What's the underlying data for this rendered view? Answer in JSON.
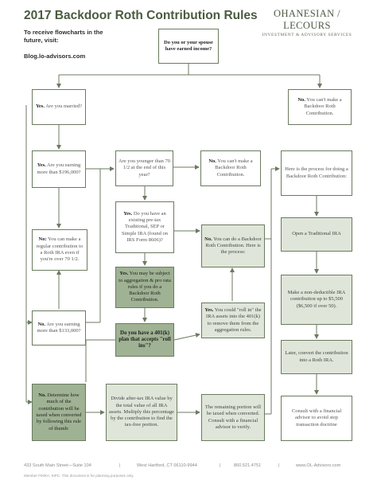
{
  "header": {
    "title": "2017 Backdoor Roth Contribution Rules",
    "logo_name": "OHANESIAN / LECOURS",
    "logo_sub": "INVESTMENT & ADVISORY SERVICES",
    "intro": "To receive flowcharts in the future, visit:",
    "link": "Blog.lo-advisors.com"
  },
  "nodes": {
    "earned": "Do you or your spouse have earned income?",
    "married": {
      "lead": "Yes.",
      "text": " Are you married?"
    },
    "no_earned": {
      "lead": "No.",
      "text": " You can't make a Backdoor Roth Contribution."
    },
    "married_yes": {
      "lead": "Yes.",
      "text": " Are you earning more than $196,000?"
    },
    "under_70": "Are you younger than 70 1/2 at the end of this year?",
    "over_70": {
      "lead": "No.",
      "text": " You can't make a Backdoor Roth Contribution."
    },
    "regular": {
      "lead": "No:",
      "text": " You can make a regular contribution to a Roth IRA even if you're over 70 1/2."
    },
    "pretax_ira": {
      "lead": "Yes.",
      "text": " Do you have an existing pre-tax Traditional, SEP or Simple IRA (found on IRS Form 8606)?"
    },
    "do_backdoor": {
      "lead": "No.",
      "text": " You can do a Backdoor Roth Contribution. Here is the process:"
    },
    "aggregation": {
      "lead": "Yes.",
      "text": " You may be subject to aggregation & pro rata rules if you do a Backdoor Roth Contribution."
    },
    "single": {
      "lead": "No.",
      "text": " Are you earning more than $133,000?"
    },
    "roll_in_q": "Do you have a 401(k) plan that accepts \"roll ins\"?",
    "roll_in_yes": {
      "lead": "Yes.",
      "text": " You could \"roll in\" the IRA assets into the 401(k) to remove them from the aggregation rules."
    },
    "determine": {
      "lead": "No.",
      "text": " Determine how much of the contribution will be taxed when converted by following this rule of thumb:"
    },
    "divide": "Divide after-tax IRA value by the total value of all IRA assets. Multiply this percentage by the contribution to find the tax-free portion.",
    "remaining": "The remaining portion will be taxed when converted. Consult with a financial advisor to verify.",
    "process": "Here is the process for doing a Backdoor Roth Contribution:",
    "step1": "Open a Traditional IRA",
    "step2": "Make a non-deductible IRA contribution up to $5,500 ($6,500 if over 50).",
    "step3": "Later, convert the contribution into a Roth IRA.",
    "step4": "Consult with a financial advisor to avoid step transaction doctrine"
  },
  "footer": {
    "address": "433 South Main Street—Suite 104",
    "city": "West Hartford, CT 06110-9944",
    "phone": "860.521.4751",
    "web": "www.OL-Advisors.com",
    "sep": "|",
    "member": "Member FINRA, SIPC. This document is for planning purposes only."
  },
  "colors": {
    "border": "#6b7a60",
    "light_fill": "#dfe6d9",
    "dark_fill": "#9fb293",
    "title": "#4a5b3f",
    "line": "#6b7a60"
  }
}
